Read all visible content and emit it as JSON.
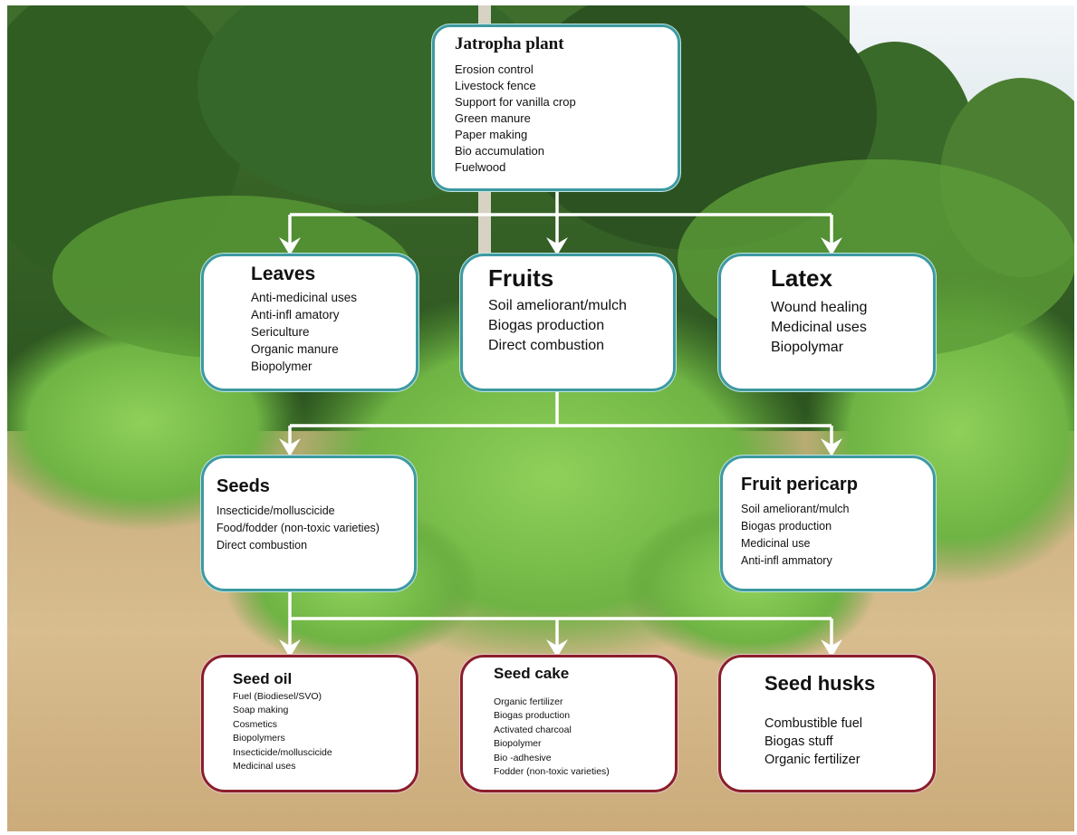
{
  "colors": {
    "arrow": "#ffffff",
    "upper_box_border": "#3e9aa0",
    "lower_box_border": "#8a1f2a",
    "box_fill": "#ffffff",
    "sky": "#dfe9ef",
    "forest": "#2f5a22",
    "soil": "#cfb283"
  },
  "background": {
    "scene": "jatropha plantation"
  },
  "nodes": {
    "plant": {
      "title": "Jatropha plant",
      "items": [
        "Erosion control",
        "Livestock fence",
        "Support for vanilla crop",
        "Green manure",
        "Paper making",
        "Bio accumulation",
        "Fuelwood"
      ]
    },
    "leaves": {
      "title": "Leaves",
      "items": [
        "Anti-medicinal uses",
        "Anti-infl amatory",
        "Sericulture",
        "Organic manure",
        "Biopolymer"
      ]
    },
    "fruits": {
      "title": "Fruits",
      "items": [
        "Soil ameliorant/mulch",
        "Biogas production",
        "Direct combustion"
      ]
    },
    "latex": {
      "title": "Latex",
      "items": [
        "Wound healing",
        "Medicinal uses",
        "Biopolymar"
      ]
    },
    "seeds": {
      "title": "Seeds",
      "items": [
        "Insecticide/molluscicide",
        "Food/fodder (non-toxic varieties)",
        "Direct combustion"
      ]
    },
    "pericarp": {
      "title": "Fruit pericarp",
      "items": [
        "Soil ameliorant/mulch",
        "Biogas production",
        "Medicinal use",
        "Anti-infl ammatory"
      ]
    },
    "seedoil": {
      "title": "Seed oil",
      "items": [
        "Fuel (Biodiesel/SVO)",
        "Soap making",
        "Cosmetics",
        "Biopolymers",
        "Insecticide/molluscicide",
        "Medicinal uses"
      ]
    },
    "seedcake": {
      "title": "Seed cake",
      "items": [
        "Organic fertilizer",
        "Biogas production",
        "Activated charcoal",
        "Biopolymer",
        "Bio -adhesive",
        "Fodder (non-toxic varieties)"
      ]
    },
    "seedhusks": {
      "title": "Seed husks",
      "items": [
        "Combustible fuel",
        "Biogas stuff",
        "Organic fertilizer"
      ]
    }
  }
}
